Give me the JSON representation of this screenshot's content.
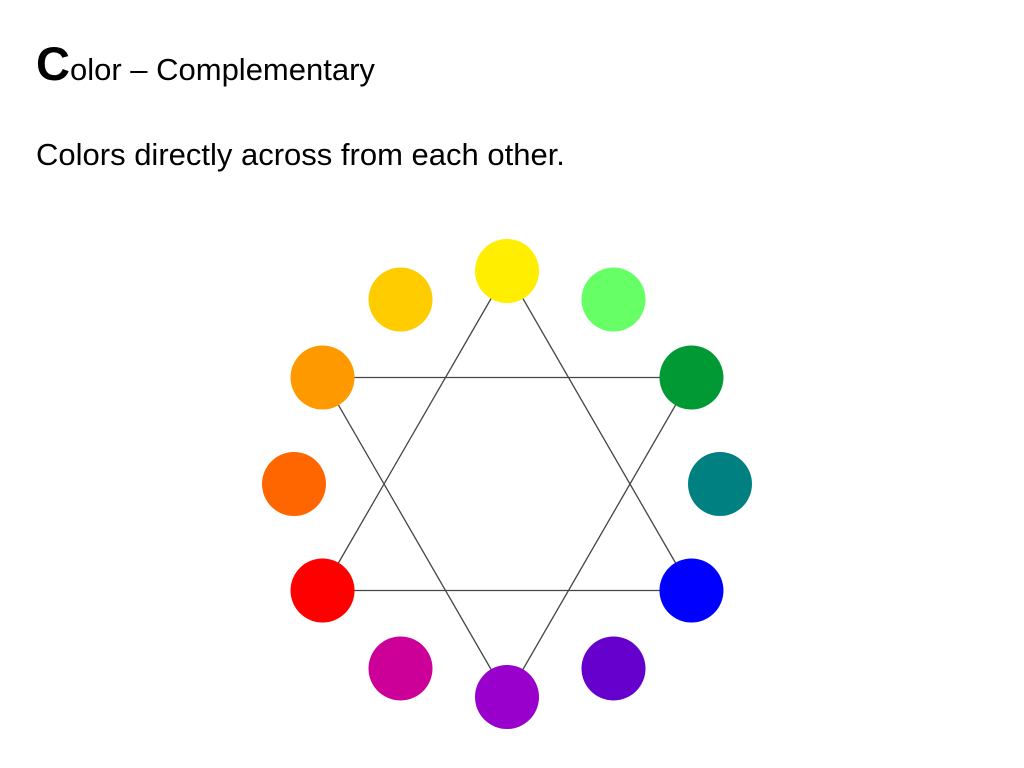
{
  "slide": {
    "title_initial": "C",
    "title_rest": "olor – Complementary",
    "body": "Colors directly across from each other."
  },
  "wheel": {
    "colors": [
      {
        "name": "yellow",
        "hex": "#ffee00"
      },
      {
        "name": "light-green",
        "hex": "#66ff66"
      },
      {
        "name": "green",
        "hex": "#009933"
      },
      {
        "name": "teal",
        "hex": "#008080"
      },
      {
        "name": "blue",
        "hex": "#0000ff"
      },
      {
        "name": "indigo",
        "hex": "#6600cc"
      },
      {
        "name": "violet",
        "hex": "#9900cc"
      },
      {
        "name": "magenta",
        "hex": "#cc0099"
      },
      {
        "name": "red",
        "hex": "#ff0000"
      },
      {
        "name": "red-orange",
        "hex": "#ff6600"
      },
      {
        "name": "orange",
        "hex": "#ff9900"
      },
      {
        "name": "yellow-orange",
        "hex": "#ffcc00"
      }
    ],
    "line_color": "#444444",
    "triangles": [
      [
        0,
        4,
        8
      ],
      [
        2,
        6,
        10
      ]
    ]
  }
}
